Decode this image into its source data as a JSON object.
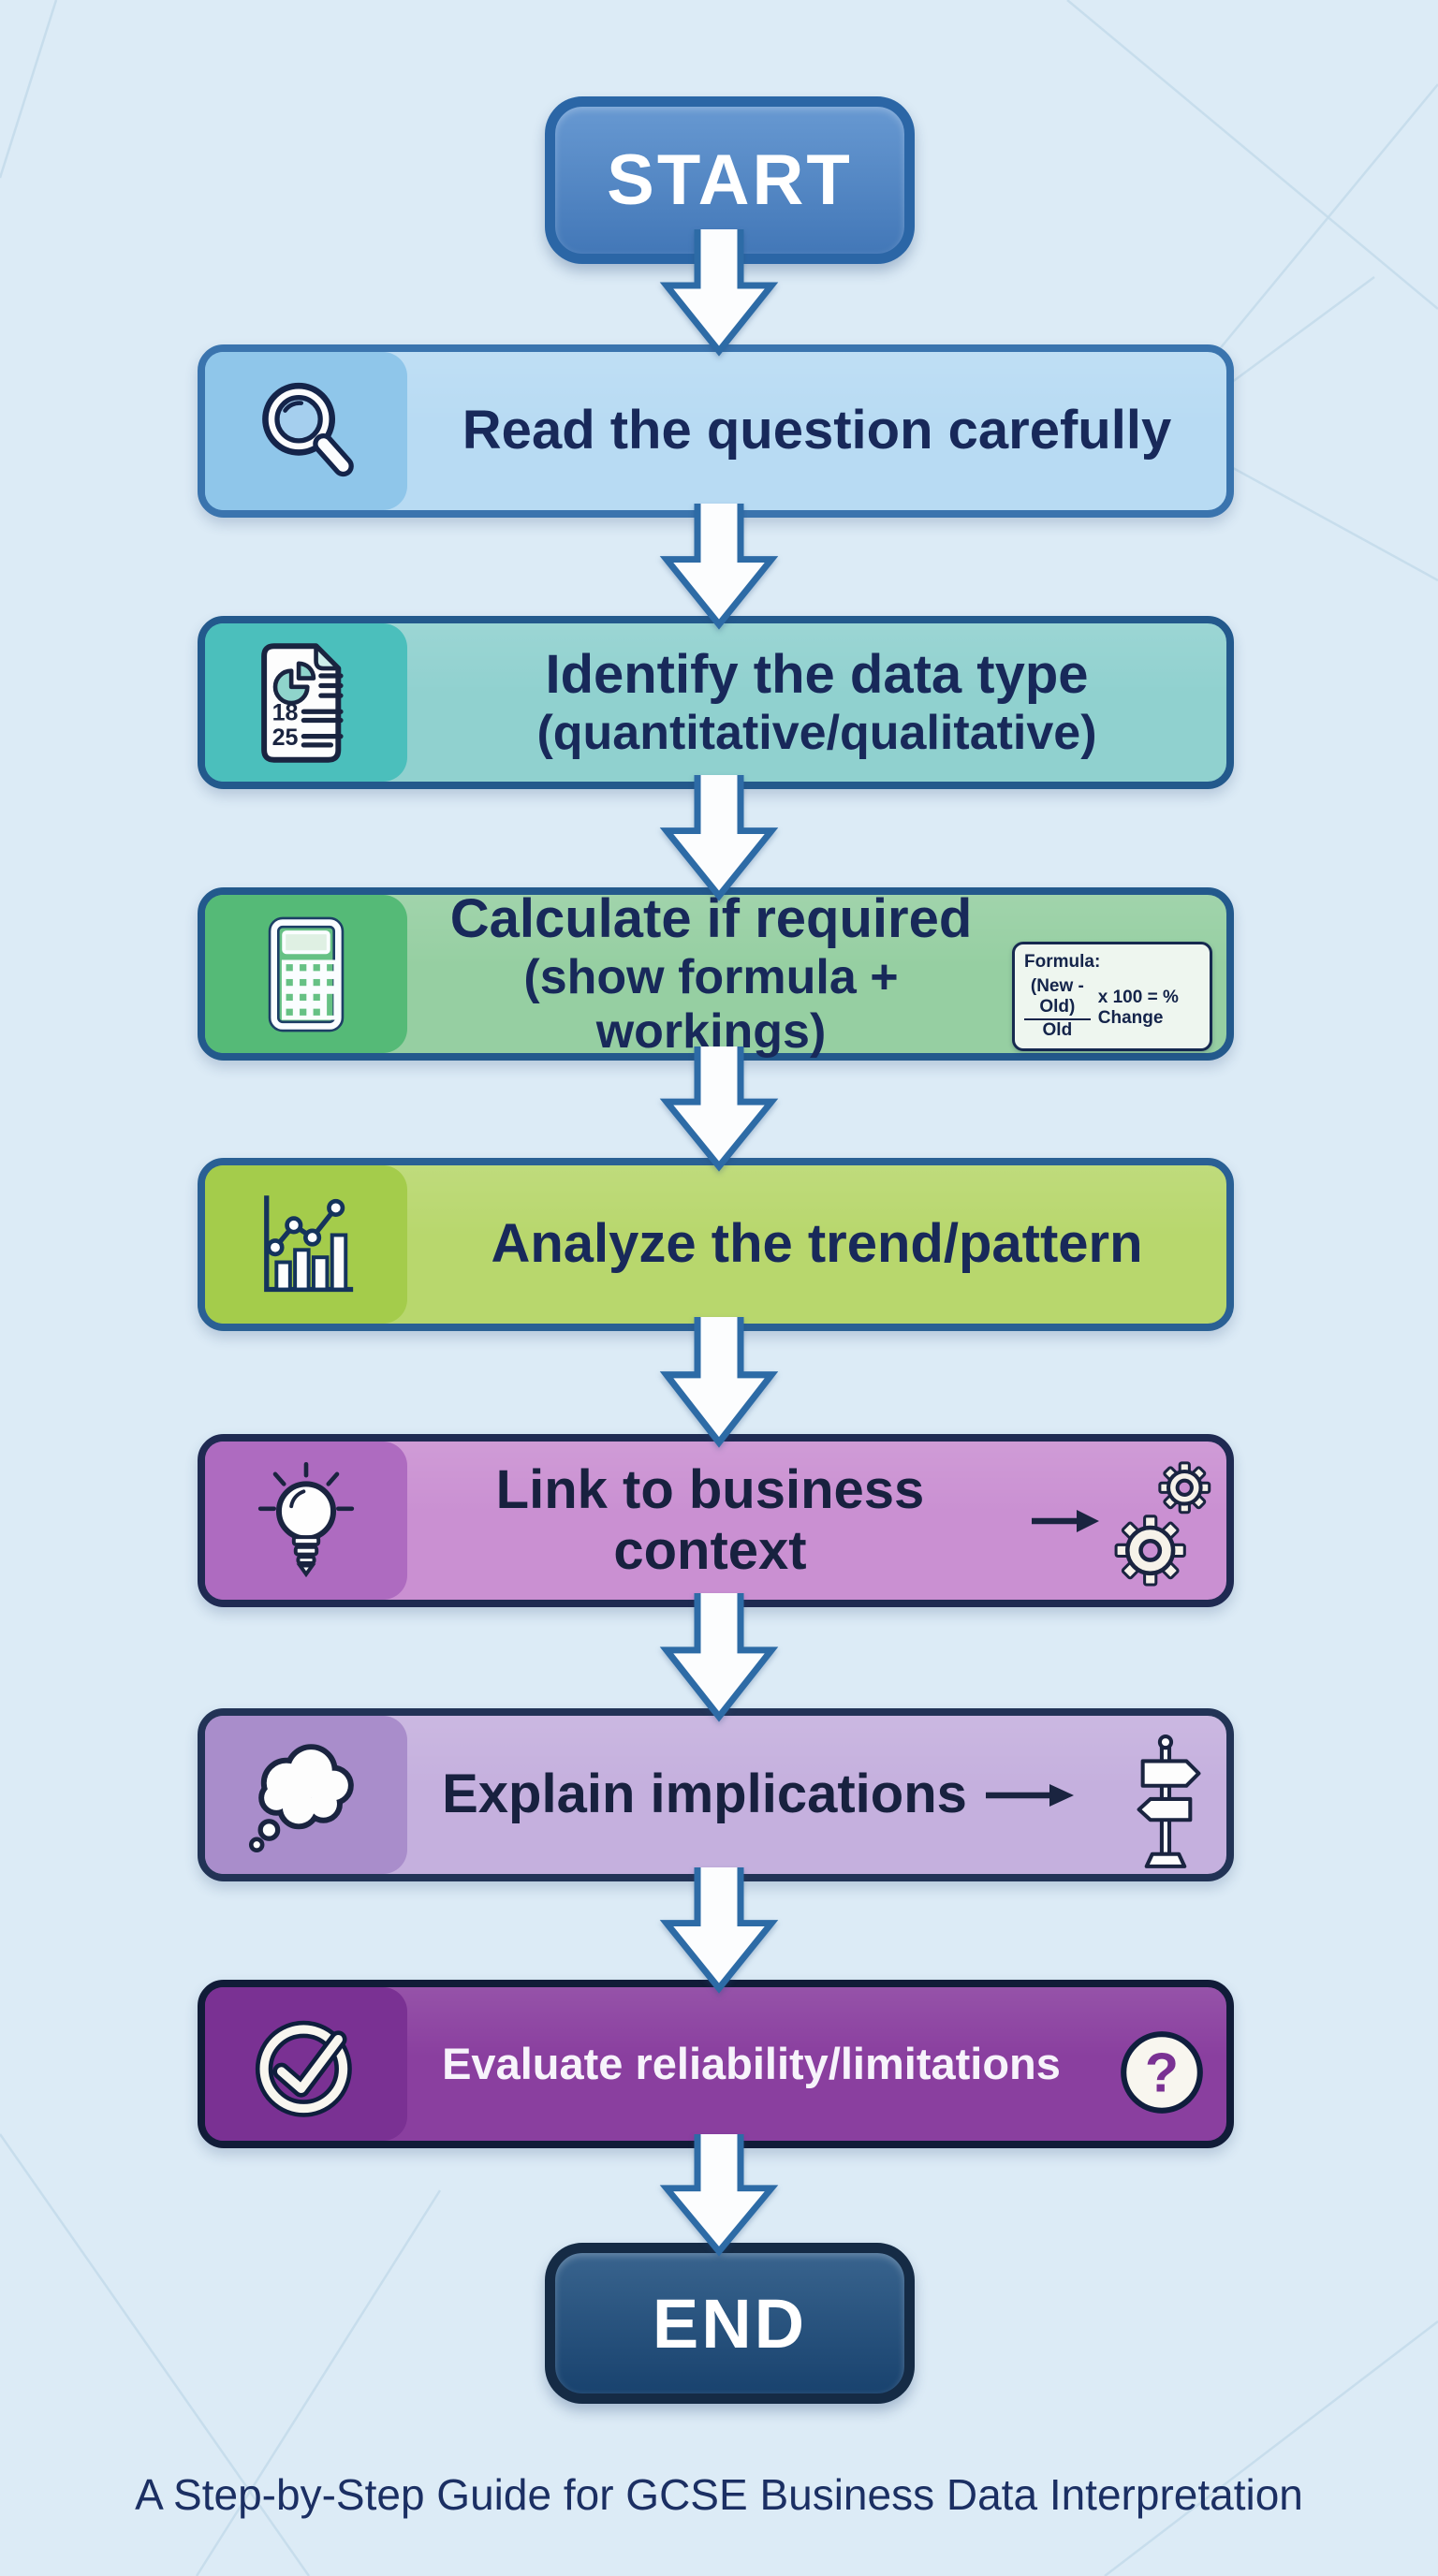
{
  "page": {
    "background": "#dcebf6",
    "caption": "A Step-by-Step Guide for GCSE Business Data Interpretation",
    "caption_color": "#1b2f63"
  },
  "terminals": {
    "start": {
      "label": "START",
      "fill": "#4a85c9",
      "border": "#2b66a6",
      "text_color": "#ffffff"
    },
    "end": {
      "label": "END",
      "fill": "#1d4e7e",
      "border": "#152b45",
      "text_color": "#ffffff"
    }
  },
  "steps": [
    {
      "title": "Read the question carefully",
      "icon": "magnifier-icon",
      "fill": "#b8dbf3",
      "icon_fill": "#8fc6ea",
      "border": "#3a74ae",
      "text_color": "#18295a"
    },
    {
      "title": "Identify the data type",
      "subtitle": "(quantitative/qualitative)",
      "icon": "data-report-icon",
      "fill": "#90d1cf",
      "icon_fill": "#4bbfbc",
      "border": "#23598c",
      "text_color": "#18295a"
    },
    {
      "title": "Calculate if required",
      "subtitle": "(show formula + workings)",
      "icon": "calculator-icon",
      "fill": "#96cfa2",
      "icon_fill": "#55ba77",
      "border": "#23598c",
      "text_color": "#18295a",
      "formula": {
        "label": "Formula:",
        "numerator": "(New - Old)",
        "denominator": "Old",
        "suffix": "x 100 = % Change"
      }
    },
    {
      "title": "Analyze the trend/pattern",
      "icon": "trend-chart-icon",
      "fill": "#b8d76d",
      "icon_fill": "#a4cc4b",
      "border": "#2a6094",
      "text_color": "#18295a"
    },
    {
      "title": "Link to business context",
      "icon": "lightbulb-icon",
      "trailing_icon": "gears-icon",
      "fill": "#ca90d2",
      "icon_fill": "#ae6bc0",
      "border": "#1f2a52",
      "text_color": "#18213f"
    },
    {
      "title": "Explain implications",
      "icon": "thought-cloud-icon",
      "trailing_icon": "signpost-icon",
      "fill": "#c5b0de",
      "icon_fill": "#a98dcb",
      "border": "#223356",
      "text_color": "#18213f"
    },
    {
      "title": "Evaluate reliability/limitations",
      "icon": "check-circle-icon",
      "trailing_icon": "question-mark-icon",
      "fill": "#8a3f9f",
      "icon_fill": "#7a3193",
      "border": "#111c38",
      "text_color": "#f7f3fb"
    }
  ]
}
